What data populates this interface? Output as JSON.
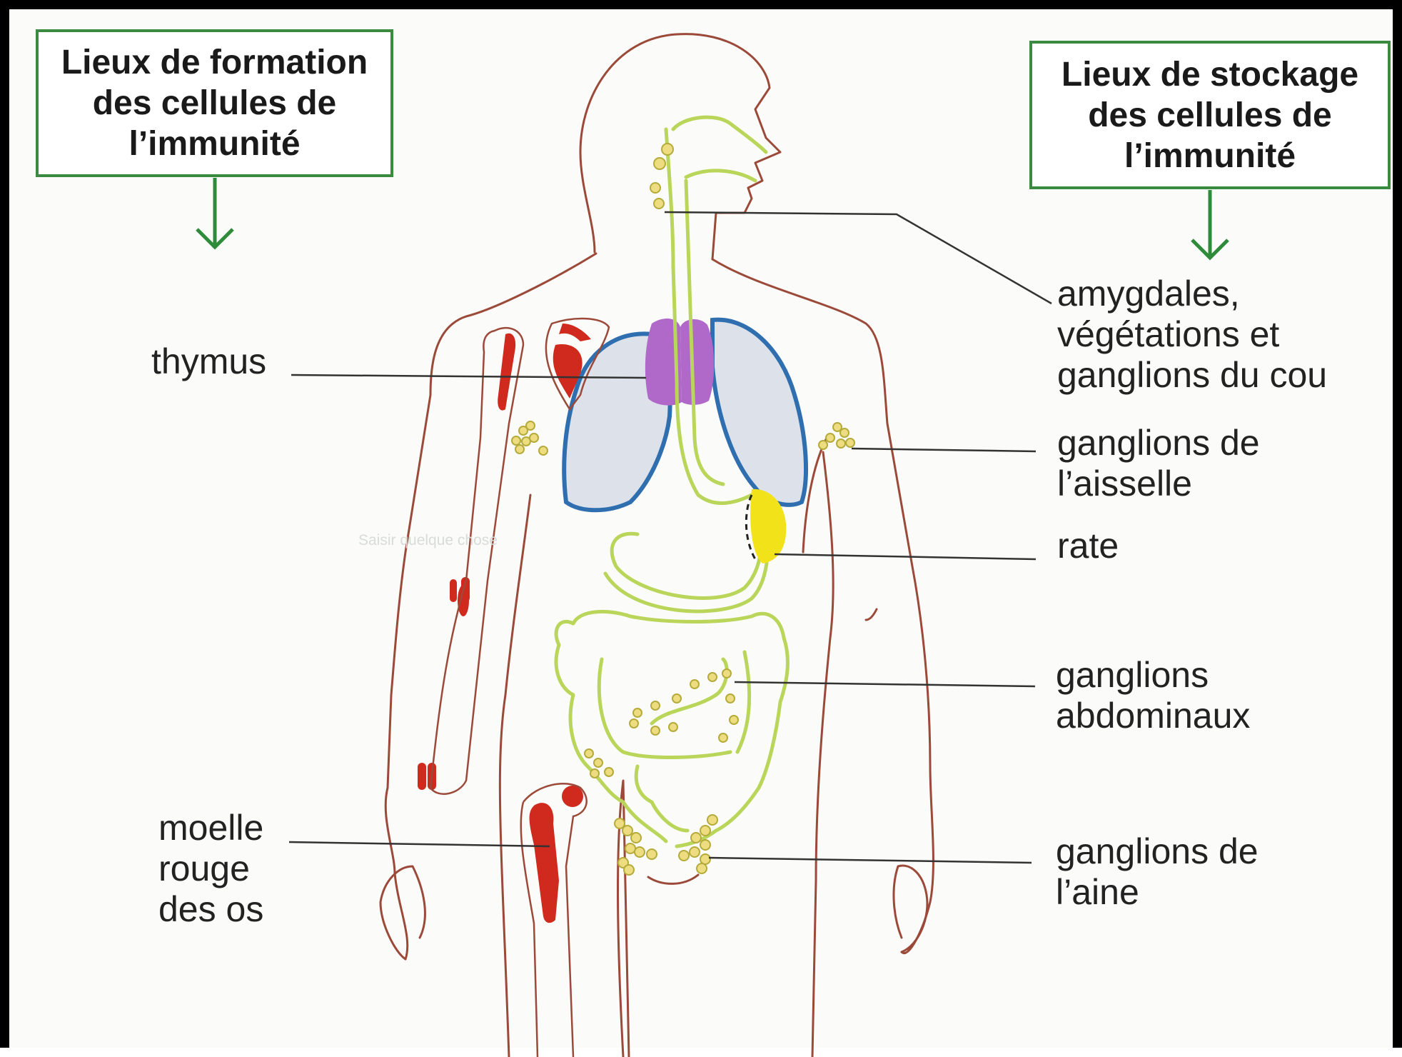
{
  "diagram": {
    "header_left": "Lieux de formation\ndes cellules de\nl’immunité",
    "header_right": "Lieux de stockage\ndes cellules de\nl’immunité",
    "labels": {
      "thymus": "thymus",
      "moelle": "moelle\nrouge\ndes os",
      "amygdales": "amygdales,\nvégétations et\nganglions du cou",
      "aisselle": "ganglions de\nl’aisselle",
      "rate": "rate",
      "abdominaux": "ganglions\nabdominaux",
      "aine": "ganglions de\nl’aine"
    },
    "input_placeholder": "Saisir quelque chose"
  },
  "colors": {
    "header_border": "#3a8a3f",
    "arrow": "#2e8b3a",
    "body_outline": "#9b4a3a",
    "lungs_outline": "#2f6fb0",
    "lungs_fill": "#dde2ea",
    "thymus": "#b069c9",
    "spleen": "#f2e21a",
    "lymph_vessels": "#b9d65a",
    "nodes": "#eedd80",
    "bone_marrow": "#cf2a1d"
  }
}
